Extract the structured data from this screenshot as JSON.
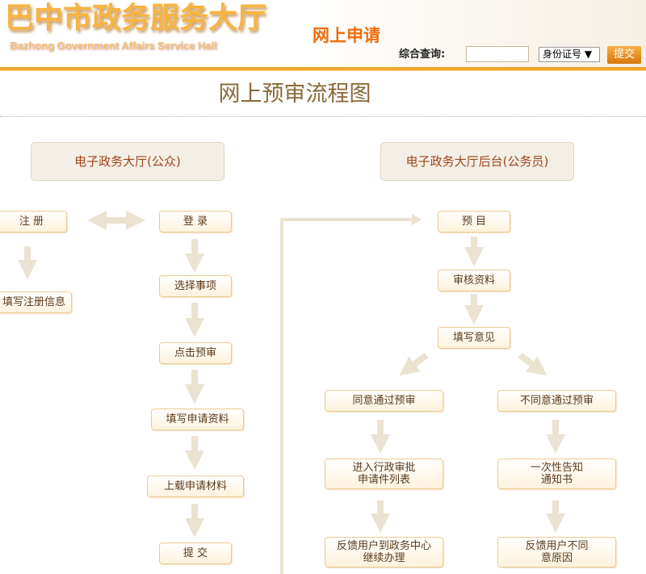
{
  "header": {
    "logo_cn": "巴中市政务服务大厅",
    "logo_en": "Bazhong Government Affairs Service Hall",
    "subtitle": "网上申请",
    "query_label": "综合查询:",
    "query_input": "",
    "query_type": "身份证号 ▼",
    "submit": "提交"
  },
  "page_title": "网上预审流程图",
  "public": {
    "title": "电子政务大厅(公众)",
    "register": "注 册",
    "fill_register": "填写注册信息",
    "login": "登 录",
    "select": "选择事项",
    "click_precheck": "点击预审",
    "fill_form": "填写申请资料",
    "upload": "上载申请材料",
    "submit": "提 交"
  },
  "staff": {
    "title": "电子政务大厅后台(公务员)",
    "precheck": "预 目",
    "review": "审核资料",
    "opinion": "填写意见",
    "agree": "同意通过预审",
    "disagree": "不同意通过预审",
    "agree_next": "进入行政审批申请件列表",
    "disagree_next": "一次性告知通知书",
    "agree_feedback": "反馈用户到政务中心继续办理",
    "disagree_feedback": "反馈用户不同意原因"
  }
}
